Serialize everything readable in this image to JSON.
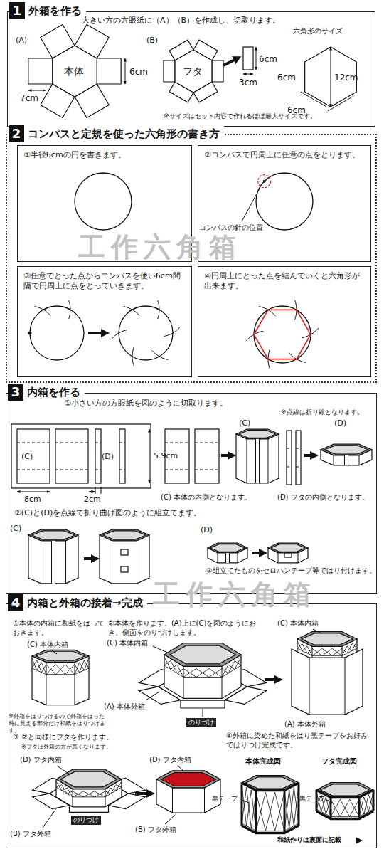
{
  "diagram": {
    "nodes": [
      {
        "text": [
          "1",
          "外箱を作る"
        ]
      },
      {
        "text": [
          "2",
          "コンパスと定規を使った六角形の書き方"
        ]
      },
      {
        "text": [
          "①半径6cmの円を書きます。"
        ],
        "in": 1
      },
      {
        "text": [
          "②コンパスで円周上に任意の点をとります。"
        ],
        "in": 1
      },
      {
        "text": [
          "③任意でとった点からコンパスを使い6cm間隔で円周上に点をとっていきます。"
        ],
        "in": 1
      },
      {
        "text": [
          "④円周上にとった点を結んでいくと六角形が出来ます。"
        ],
        "in": 1
      },
      {
        "text": [
          "3",
          "内箱を作る"
        ]
      },
      {
        "text": [
          "4",
          "内箱と外箱の接着→完成"
        ]
      }
    ],
    "labels": [
      "大きい方の方眼紙に（A）（B）を作成し、切取ります。",
      "(A)",
      "本体",
      "6cm",
      "7cm",
      "(B)",
      "フタ",
      "6cm",
      "3cm",
      "※サイズはセット内容で作れるほぼ最大サイズです。",
      "六角形のサイズ",
      "6cm",
      "12cm",
      "6cm",
      "コンパスの針の位置",
      "工作六角箱",
      "①小さい方の方眼紙を図のように切取ります。",
      "※点線は折り線となります。",
      "(C)",
      "(D)",
      "5.9cm",
      "8cm",
      "2cm",
      "(C)",
      "(D)",
      "(C) 本体の内側となります。",
      "(D) フタの内側となります。",
      "②(C)と(D)を点線で折り曲げ図のように組立てます。",
      "(C)",
      "(D)",
      "③組立てたものをセロハンテープ等ではり付けます。",
      "工作六角箱",
      "①本体の内箱に和紙をはっておきます。",
      "(C) 本体内箱",
      "※外箱をはりつけるので外箱をはった時に見える部分だけ和紙をはりつけます。",
      "②本体を作ります。(A)上に(C)を図のようにおき、側面をのりづけします。",
      "(C) 本体内箱",
      "(A) 本体外箱",
      "のりづけ",
      "(C) 本体内箱",
      "(A) 本体外箱",
      "③ ②と同様にフタを作ります。",
      "※フタは外箱の方が高くなります。",
      "(D) フタ内箱",
      "(B) フタ外箱",
      "のりづけ",
      "(D) フタ内箱",
      "(B) フタ外箱",
      "④外箱に染めた和紙をはり黒テープをお好みではりつけ完成です。",
      "本体完成図",
      "フタ完成図",
      "黒テープ",
      "黒テープ",
      "和紙作りは裏面に記載"
    ]
  }
}
